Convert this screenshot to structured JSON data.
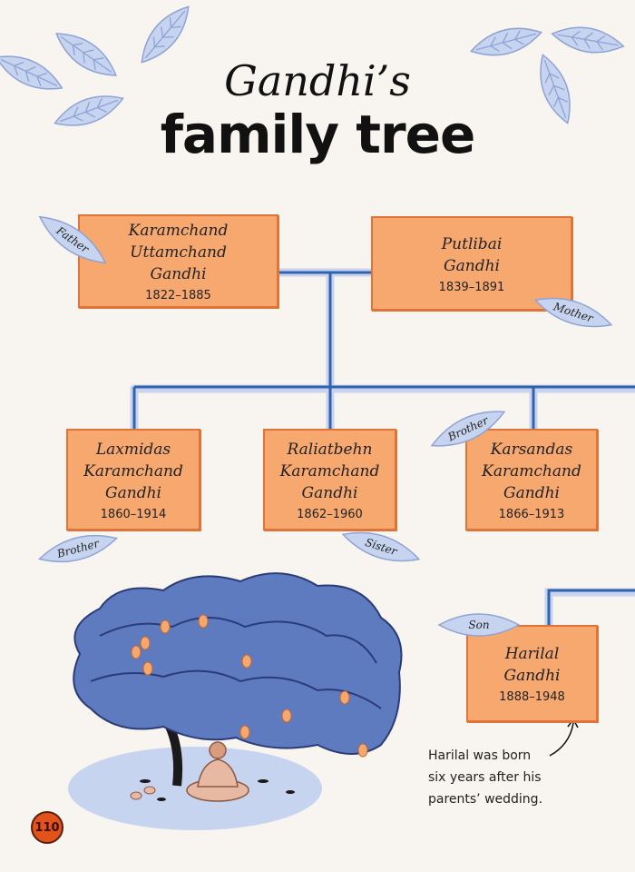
{
  "title": {
    "line1": "Gandhi’s",
    "line2": "family tree"
  },
  "people": {
    "father": {
      "name1": "Karamchand",
      "name2": "Uttamchand",
      "name3": "Gandhi",
      "dates": "1822–1885",
      "tag": "Father"
    },
    "mother": {
      "name1": "Putlibai",
      "name2": "Gandhi",
      "dates": "1839–1891",
      "tag": "Mother"
    },
    "laxmidas": {
      "name1": "Laxmidas",
      "name2": "Karamchand",
      "name3": "Gandhi",
      "dates": "1860–1914",
      "tag": "Brother"
    },
    "raliat": {
      "name1": "Raliatbehn",
      "name2": "Karamchand",
      "name3": "Gandhi",
      "dates": "1862–1960",
      "tag": "Sister"
    },
    "karsandas": {
      "name1": "Karsandas",
      "name2": "Karamchand",
      "name3": "Gandhi",
      "dates": "1866–1913",
      "tag": "Brother"
    },
    "harilal": {
      "name1": "Harilal",
      "name2": "Gandhi",
      "dates": "1888–1948",
      "tag": "Son"
    }
  },
  "note": {
    "line1": "Harilal was born",
    "line2": "six years after his",
    "line3": "parents’ wedding."
  },
  "page_number": "110",
  "colors": {
    "box_fill": "#f6a86e",
    "box_border": "#e07438",
    "line": "#2f63ad",
    "leaf": "#c7d4ef"
  }
}
